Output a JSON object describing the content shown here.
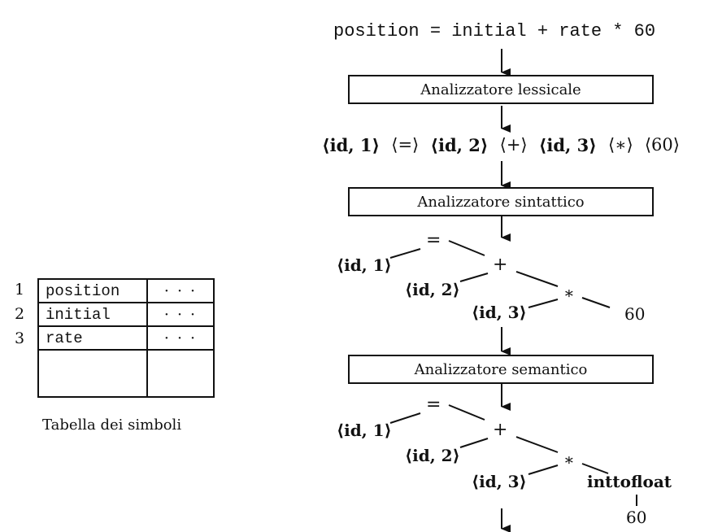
{
  "source_statement": "position = initial + rate * 60",
  "phases": [
    "Analizzatore lessicale",
    "Analizzatore sintattico",
    "Analizzatore semantico"
  ],
  "tokens": [
    "⟨id, 1⟩",
    "⟨=⟩",
    "⟨id, 2⟩",
    "⟨+⟩",
    "⟨id, 3⟩",
    "⟨∗⟩",
    "⟨60⟩"
  ],
  "syntax_tree": {
    "assign_op": "=",
    "id1": "⟨id, 1⟩",
    "plus_op": "+",
    "id2": "⟨id, 2⟩",
    "times_op": "∗",
    "id3": "⟨id, 3⟩",
    "literal": "60"
  },
  "semantic_tree": {
    "assign_op": "=",
    "id1": "⟨id, 1⟩",
    "plus_op": "+",
    "id2": "⟨id, 2⟩",
    "times_op": "∗",
    "id3": "⟨id, 3⟩",
    "conversion": "inttofloat",
    "literal": "60"
  },
  "symbol_table": {
    "rows": [
      {
        "index": "1",
        "name": "position",
        "info": "· · ·"
      },
      {
        "index": "2",
        "name": "initial",
        "info": "· · ·"
      },
      {
        "index": "3",
        "name": "rate",
        "info": "· · ·"
      }
    ],
    "caption": "Tabella dei simboli"
  }
}
